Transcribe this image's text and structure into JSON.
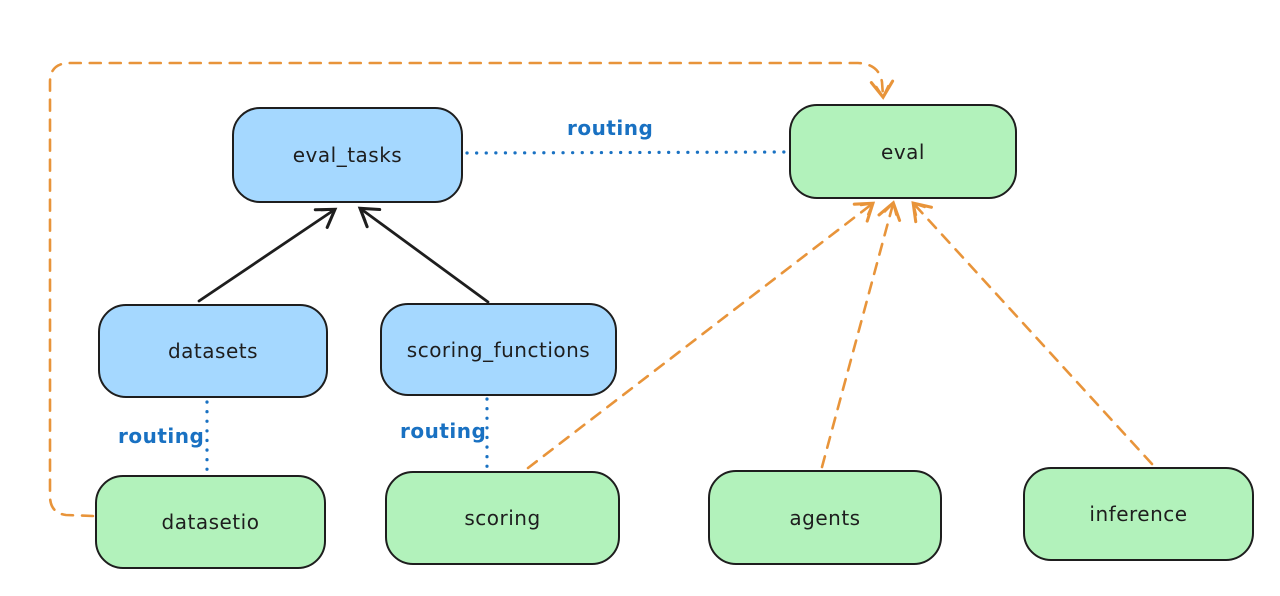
{
  "diagram": {
    "type": "dependency-routing-diagram",
    "style": "hand-drawn (excalidraw-like)",
    "nodes": {
      "eval_tasks": {
        "label": "eval_tasks",
        "kind": "api-resource",
        "fill": "#a5d8ff"
      },
      "eval": {
        "label": "eval",
        "kind": "provider-api",
        "fill": "#b2f2bb"
      },
      "datasets": {
        "label": "datasets",
        "kind": "api-resource",
        "fill": "#a5d8ff"
      },
      "scoring_functions": {
        "label": "scoring_functions",
        "kind": "api-resource",
        "fill": "#a5d8ff"
      },
      "datasetio": {
        "label": "datasetio",
        "kind": "provider-api",
        "fill": "#b2f2bb"
      },
      "scoring": {
        "label": "scoring",
        "kind": "provider-api",
        "fill": "#b2f2bb"
      },
      "agents": {
        "label": "agents",
        "kind": "provider-api",
        "fill": "#b2f2bb"
      },
      "inference": {
        "label": "inference",
        "kind": "provider-api",
        "fill": "#b2f2bb"
      }
    },
    "edge_labels": {
      "routing_top": "routing",
      "routing_left": "routing",
      "routing_mid": "routing"
    },
    "edges": [
      {
        "from": "datasets",
        "to": "eval_tasks",
        "style": "solid-arrow",
        "color": "#1e1e1e"
      },
      {
        "from": "scoring_functions",
        "to": "eval_tasks",
        "style": "solid-arrow",
        "color": "#1e1e1e"
      },
      {
        "from": "eval_tasks",
        "to": "eval",
        "style": "dotted-line",
        "color": "#1971c2",
        "label": "routing"
      },
      {
        "from": "datasets",
        "to": "datasetio",
        "style": "dotted-line",
        "color": "#1971c2",
        "label": "routing"
      },
      {
        "from": "scoring_functions",
        "to": "scoring",
        "style": "dotted-line",
        "color": "#1971c2",
        "label": "routing"
      },
      {
        "from": "datasetio",
        "to": "eval",
        "style": "dashed-arrow",
        "color": "#e8943a",
        "route": "around-left-and-top"
      },
      {
        "from": "scoring",
        "to": "eval",
        "style": "dashed-arrow",
        "color": "#e8943a"
      },
      {
        "from": "agents",
        "to": "eval",
        "style": "dashed-arrow",
        "color": "#e8943a"
      },
      {
        "from": "inference",
        "to": "eval",
        "style": "dashed-arrow",
        "color": "#e8943a"
      }
    ],
    "colors": {
      "api_fill": "#a5d8ff",
      "provider_fill": "#b2f2bb",
      "stroke": "#1e1e1e",
      "routing_blue": "#1971c2",
      "dependency_orange": "#e8943a",
      "background": "#ffffff"
    }
  }
}
